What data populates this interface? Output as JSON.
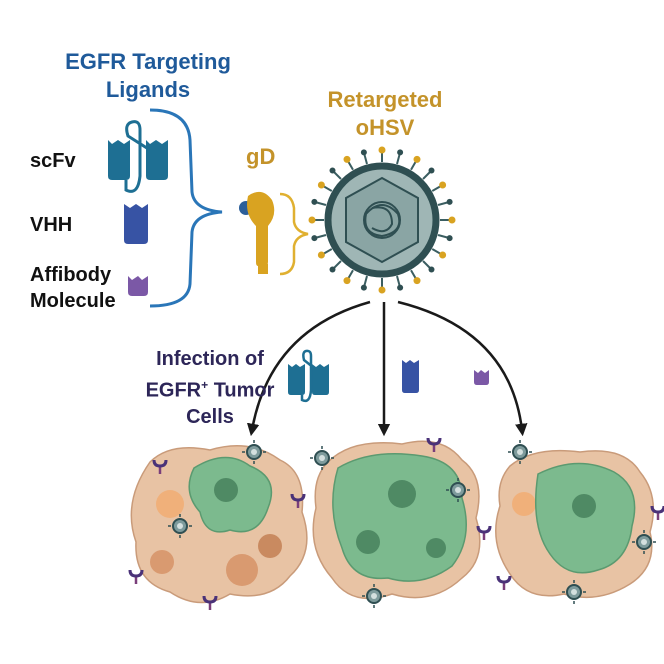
{
  "labels": {
    "ligands_title_line1": "EGFR Targeting",
    "ligands_title_line2": "Ligands",
    "virus_title_line1": "Retargeted",
    "virus_title_line2": "oHSV",
    "gd": "gD",
    "scfv": "scFv",
    "vhh": "VHH",
    "affibody_line1": "Affibody",
    "affibody_line2": "Molecule",
    "infection_line1": "Infection of",
    "infection_egfr": "EGFR",
    "infection_sup": "+",
    "infection_tumor": " Tumor",
    "infection_line3": "Cells"
  },
  "colors": {
    "ligand_blue": "#1f5a9a",
    "scfv_teal": "#1e6f93",
    "vhh_blue": "#3753a4",
    "affibody_purple": "#7b58a6",
    "gd_gold": "#d9a321",
    "virus_capsid": "#8fa9a8",
    "virus_envelope": "#2f4f52",
    "tumor_tan": "#e8c3a4",
    "tumor_green": "#7cba8e"
  }
}
